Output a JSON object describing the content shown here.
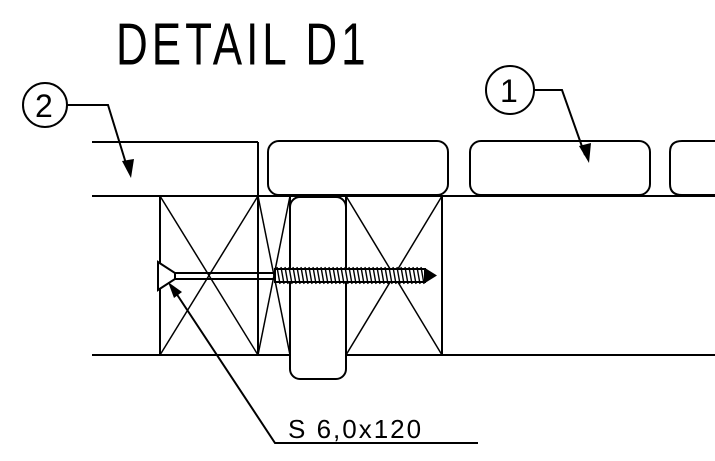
{
  "title": "DETAIL D1",
  "callouts": [
    {
      "label": "2"
    },
    {
      "label": "1"
    }
  ],
  "screw_label": "S 6,0x120",
  "colors": {
    "line": "#000000",
    "background": "#ffffff"
  }
}
